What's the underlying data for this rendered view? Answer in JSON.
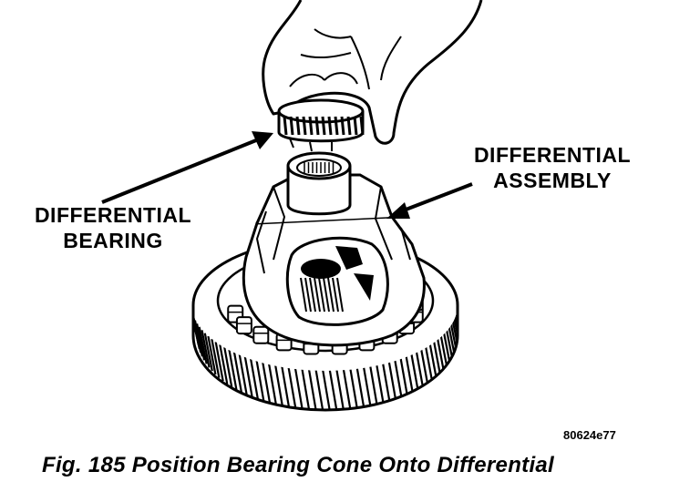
{
  "labels": {
    "differential_bearing": [
      "DIFFERENTIAL",
      "BEARING"
    ],
    "differential_assembly": [
      "DIFFERENTIAL",
      "ASSEMBLY"
    ]
  },
  "drawing_code": "80624e77",
  "caption": "Fig. 185 Position Bearing Cone Onto Differential"
}
